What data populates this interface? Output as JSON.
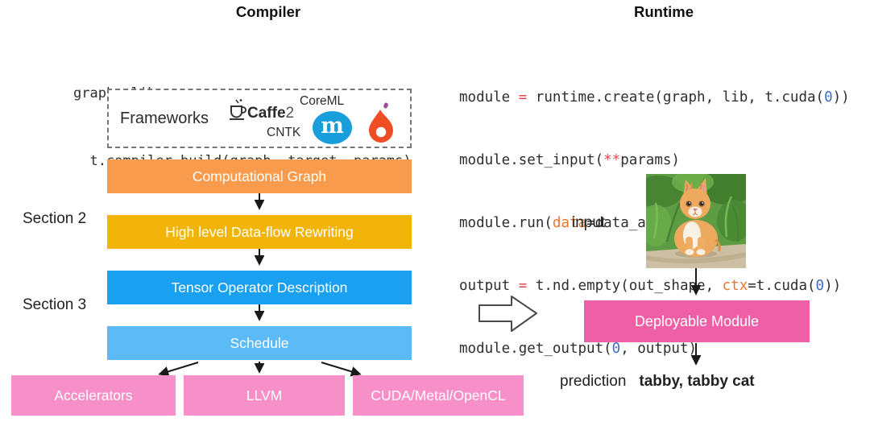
{
  "left": {
    "title": "Compiler",
    "code": [
      [
        {
          "t": "graph, lib, params "
        },
        {
          "t": "=",
          "c": "red"
        }
      ],
      [
        {
          "t": "  t.compiler.build(graph, target, params)"
        }
      ]
    ],
    "frameworks": {
      "label": "Frameworks",
      "caffe": "Caffe",
      "caffe_num": "2",
      "coreml": "CoreML",
      "cntk": "CNTK",
      "mxnet_letter": "m",
      "icons": [
        "coffee-cup-icon",
        "mxnet-logo",
        "pytorch-flame-logo"
      ],
      "mxnet_color": "#189FDB",
      "flame_color": "#EF4E25",
      "flame_dot_color": "#9C4C9F"
    },
    "section_labels": [
      "Section 2",
      "Section 3"
    ],
    "flow_boxes": [
      {
        "label": "Computational Graph",
        "color": "#F89B4C"
      },
      {
        "label": "High level Data-flow Rewriting",
        "color": "#F2B408"
      },
      {
        "label": "Tensor Operator Description",
        "color": "#1AA0F0"
      },
      {
        "label": "Schedule",
        "color": "#5CBAF6"
      }
    ],
    "target_boxes": [
      {
        "label": "Accelerators",
        "color": "#F78FC8"
      },
      {
        "label": "LLVM",
        "color": "#F78FC8"
      },
      {
        "label": "CUDA/Metal/OpenCL",
        "color": "#F78FC8"
      }
    ]
  },
  "right": {
    "title": "Runtime",
    "code": [
      [
        {
          "t": "module "
        },
        {
          "t": "=",
          "c": "red"
        },
        {
          "t": " runtime.create(graph, lib, t.cuda("
        },
        {
          "t": "0",
          "c": "blue"
        },
        {
          "t": "))"
        }
      ],
      [
        {
          "t": "module.set_input("
        },
        {
          "t": "**",
          "c": "red"
        },
        {
          "t": "params)"
        }
      ],
      [
        {
          "t": "module.run("
        },
        {
          "t": "data",
          "c": "orange"
        },
        {
          "t": "=data_array)"
        }
      ],
      [
        {
          "t": "output "
        },
        {
          "t": "=",
          "c": "red"
        },
        {
          "t": " t.nd.empty(out_shape, "
        },
        {
          "t": "ctx",
          "c": "orange"
        },
        {
          "t": "=t.cuda("
        },
        {
          "t": "0",
          "c": "blue"
        },
        {
          "t": "))"
        }
      ],
      [
        {
          "t": "module.get_output("
        },
        {
          "t": "0",
          "c": "blue"
        },
        {
          "t": ", output)"
        }
      ]
    ],
    "input_label": "input",
    "image_name": "kitten-photo",
    "module_box": {
      "label": "Deployable Module",
      "color": "#EE5FA5"
    },
    "prediction_label": "prediction",
    "prediction_value": "tabby, tabby cat"
  },
  "code_colors": {
    "base": "#2e2e2e",
    "red": "#E0494F",
    "orange": "#E8762C",
    "blue": "#3B6BC9"
  },
  "arrow_color": "#1a1a1a"
}
